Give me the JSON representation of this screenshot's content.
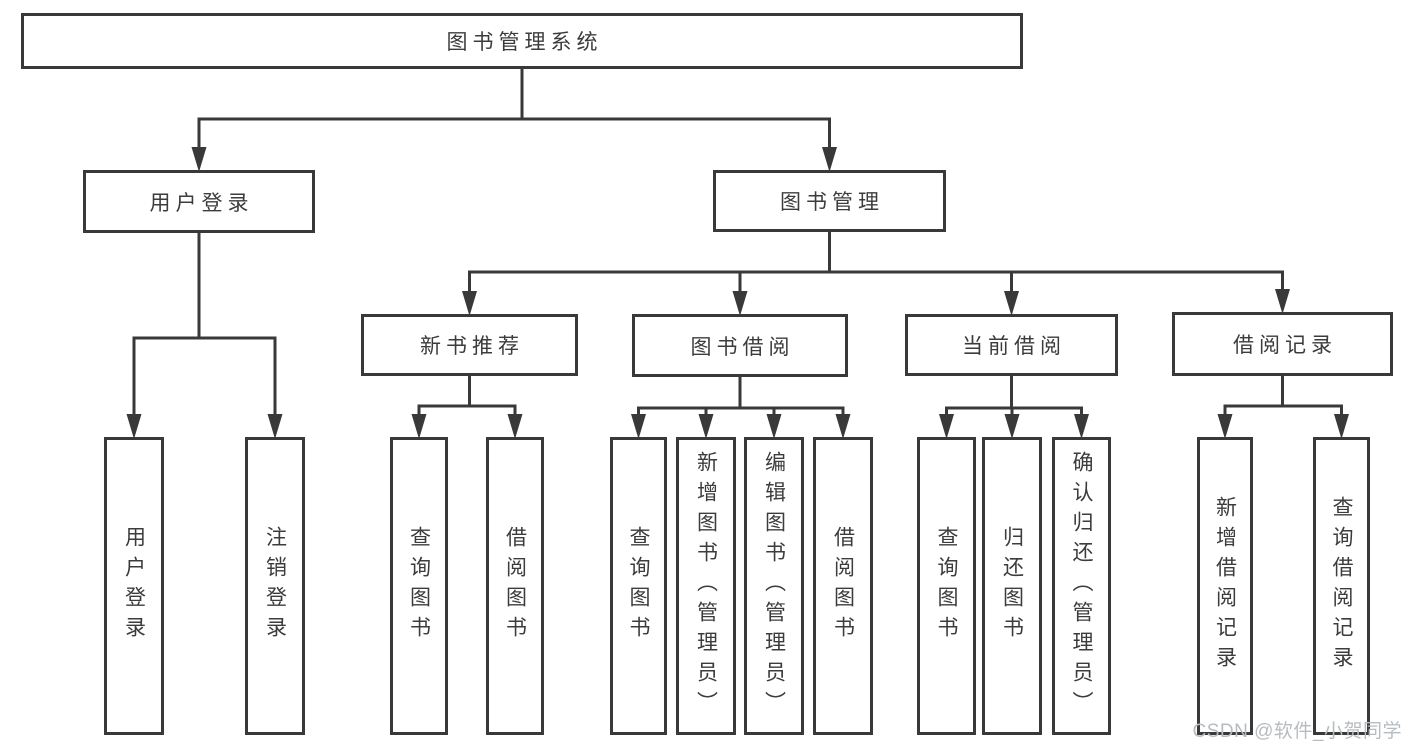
{
  "diagram": {
    "type": "hierarchy-tree",
    "title": "图书管理系统",
    "watermark": "CSDN @软件_小贺同学",
    "colors": {
      "line": "#393939",
      "text": "#3c3c3c",
      "box_background": "#ffffff",
      "background": "#ffffff",
      "watermark": "#b7bcc0"
    },
    "nodes": [
      {
        "id": "root",
        "label": "图书管理系统",
        "parent": null,
        "orientation": "horizontal"
      },
      {
        "id": "user-login",
        "label": "用户登录",
        "parent": "root",
        "orientation": "horizontal"
      },
      {
        "id": "book-mgmt",
        "label": "图书管理",
        "parent": "root",
        "orientation": "horizontal"
      },
      {
        "id": "login",
        "label": "用户登录",
        "parent": "user-login",
        "orientation": "vertical"
      },
      {
        "id": "logout",
        "label": "注销登录",
        "parent": "user-login",
        "orientation": "vertical"
      },
      {
        "id": "new-book-rec",
        "label": "新书推荐",
        "parent": "book-mgmt",
        "orientation": "horizontal"
      },
      {
        "id": "book-borrow",
        "label": "图书借阅",
        "parent": "book-mgmt",
        "orientation": "horizontal"
      },
      {
        "id": "current-borrow",
        "label": "当前借阅",
        "parent": "book-mgmt",
        "orientation": "horizontal"
      },
      {
        "id": "borrow-records",
        "label": "借阅记录",
        "parent": "book-mgmt",
        "orientation": "horizontal"
      },
      {
        "id": "query-book-1",
        "label": "查询图书",
        "parent": "new-book-rec",
        "orientation": "vertical"
      },
      {
        "id": "borrow-book-1",
        "label": "借阅图书",
        "parent": "new-book-rec",
        "orientation": "vertical"
      },
      {
        "id": "query-book-2",
        "label": "查询图书",
        "parent": "book-borrow",
        "orientation": "vertical"
      },
      {
        "id": "add-book",
        "label": "新增图书（管理员）",
        "parent": "book-borrow",
        "orientation": "vertical"
      },
      {
        "id": "edit-book",
        "label": "编辑图书（管理员）",
        "parent": "book-borrow",
        "orientation": "vertical"
      },
      {
        "id": "borrow-book-2",
        "label": "借阅图书",
        "parent": "book-borrow",
        "orientation": "vertical"
      },
      {
        "id": "query-book-3",
        "label": "查询图书",
        "parent": "current-borrow",
        "orientation": "vertical"
      },
      {
        "id": "return-book",
        "label": "归还图书",
        "parent": "current-borrow",
        "orientation": "vertical"
      },
      {
        "id": "confirm-return",
        "label": "确认归还（管理员）",
        "parent": "current-borrow",
        "orientation": "vertical"
      },
      {
        "id": "add-borrow-record",
        "label": "新增借阅记录",
        "parent": "borrow-records",
        "orientation": "vertical"
      },
      {
        "id": "query-borrow-record",
        "label": "查询借阅记录",
        "parent": "borrow-records",
        "orientation": "vertical"
      }
    ]
  }
}
